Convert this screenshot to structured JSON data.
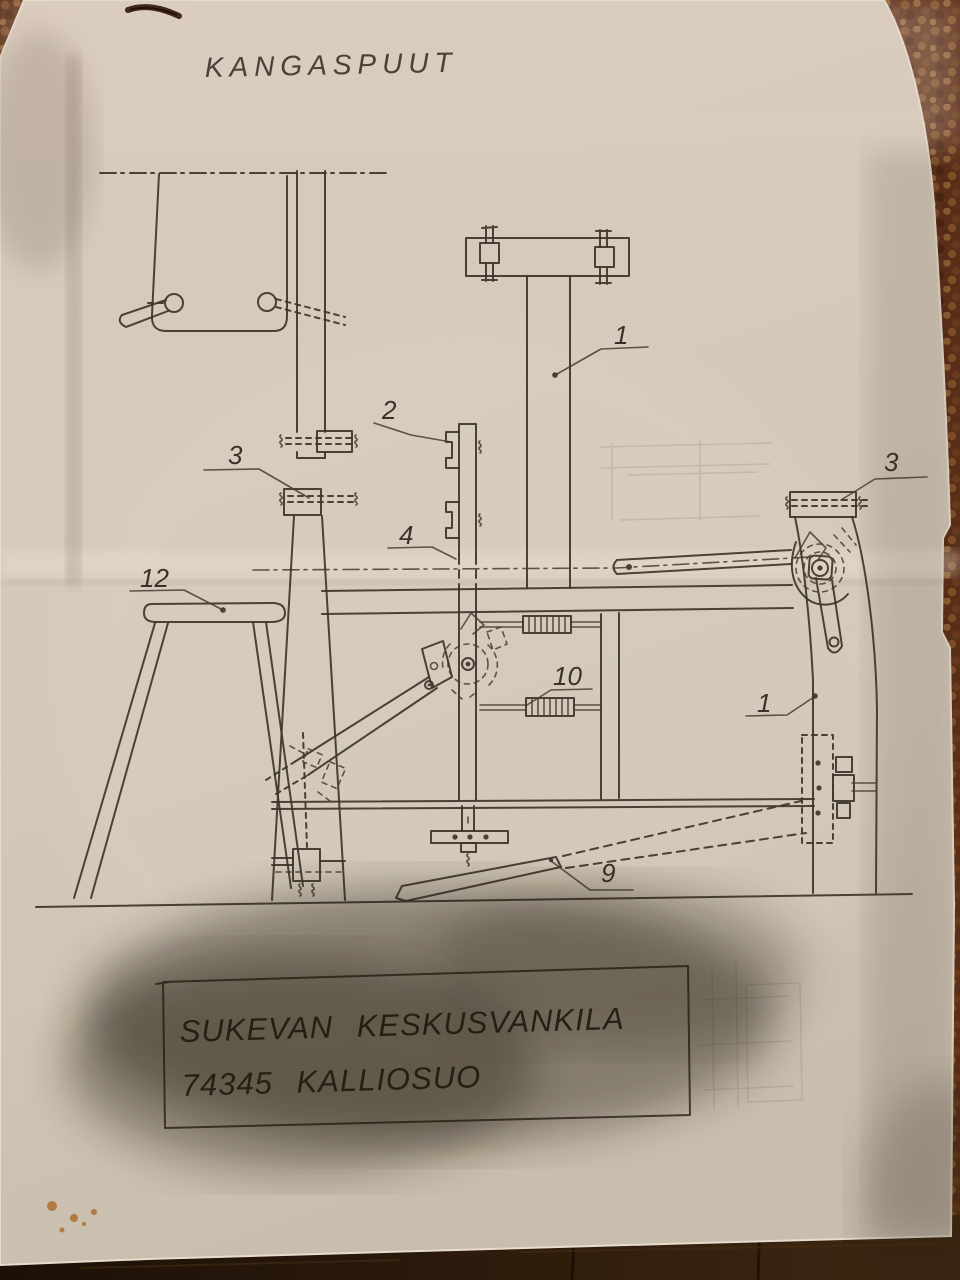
{
  "document": {
    "type": "photographed technical drawing",
    "title": "KANGASPUUT",
    "title_block": {
      "line1": "SUKEVAN KESKUSVANKILA",
      "line2": "74345 KALLIOSUO"
    },
    "part_labels": [
      {
        "number": "1",
        "part": "top-crossbar-post"
      },
      {
        "number": "2",
        "part": "center-bar-upper-clamp"
      },
      {
        "number": "3",
        "part": "left-post-bolt-joint"
      },
      {
        "number": "3",
        "part": "right-post-bolt-joint"
      },
      {
        "number": "4",
        "part": "center-bar-lower-clamp"
      },
      {
        "number": "12",
        "part": "stool"
      },
      {
        "number": "10",
        "part": "tension-spring"
      },
      {
        "number": "1",
        "part": "right-side-post"
      },
      {
        "number": "9",
        "part": "treadle"
      }
    ]
  },
  "colors": {
    "paper": "#d4c9bb",
    "ink": "#3e352a",
    "shadow": "#241a10",
    "carpet": "#5c2f18",
    "floor": "#2a1a0c",
    "stain": "#a8641c"
  }
}
